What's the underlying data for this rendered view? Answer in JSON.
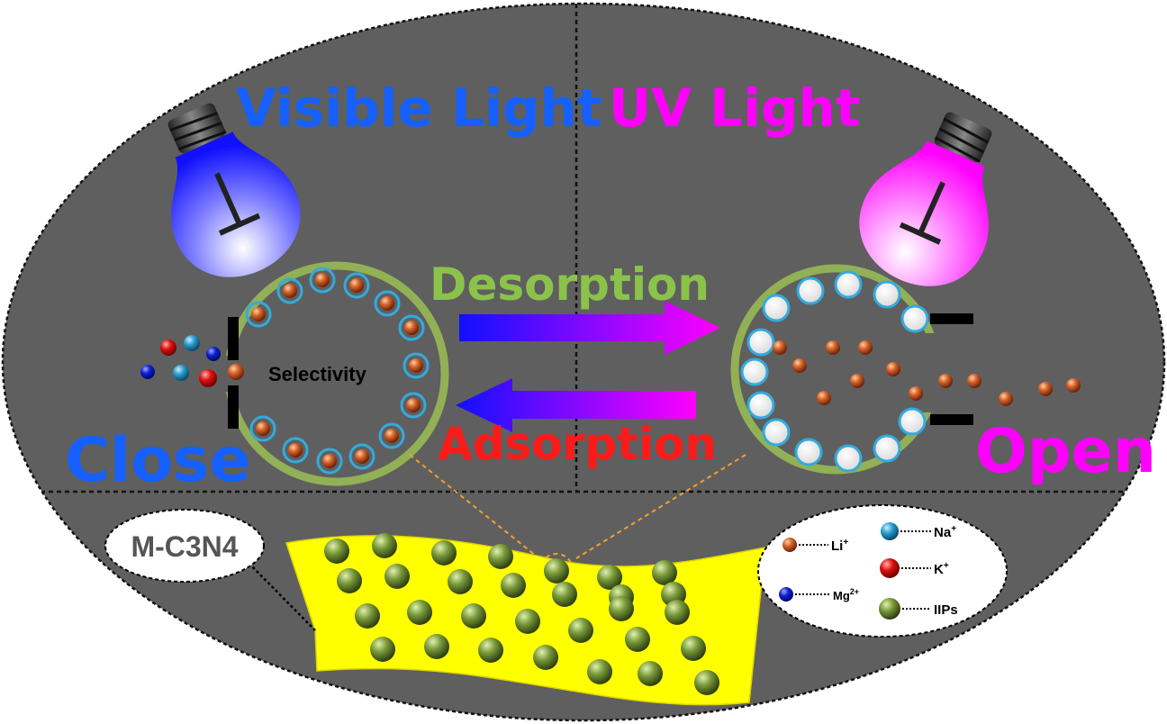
{
  "titles": {
    "visible_light": "Visible Light",
    "uv_light": "UV Light"
  },
  "process": {
    "desorption": "Desorption",
    "adsorption": "Adsorption",
    "selectivity": "Selectivity"
  },
  "states": {
    "close": "Close",
    "open": "Open"
  },
  "material": {
    "label": "M-C3N4"
  },
  "legend": {
    "items": [
      {
        "text": "Li",
        "sup": "+"
      },
      {
        "text": "Na",
        "sup": "+"
      },
      {
        "text": "K",
        "sup": "+"
      },
      {
        "text": "Mg",
        "sup": "2+"
      },
      {
        "text": "IIPs",
        "sup": ""
      }
    ]
  },
  "colors": {
    "background": "#5f5f5f",
    "visible_blue": "#1560ff",
    "uv_magenta": "#ff00ff",
    "desorption_green": "#8bc34a",
    "adsorption_red": "#ff1a1a",
    "ring_green": "#92b055",
    "sheet_yellow": "#ffff00",
    "site_ring": "#33aadd"
  }
}
